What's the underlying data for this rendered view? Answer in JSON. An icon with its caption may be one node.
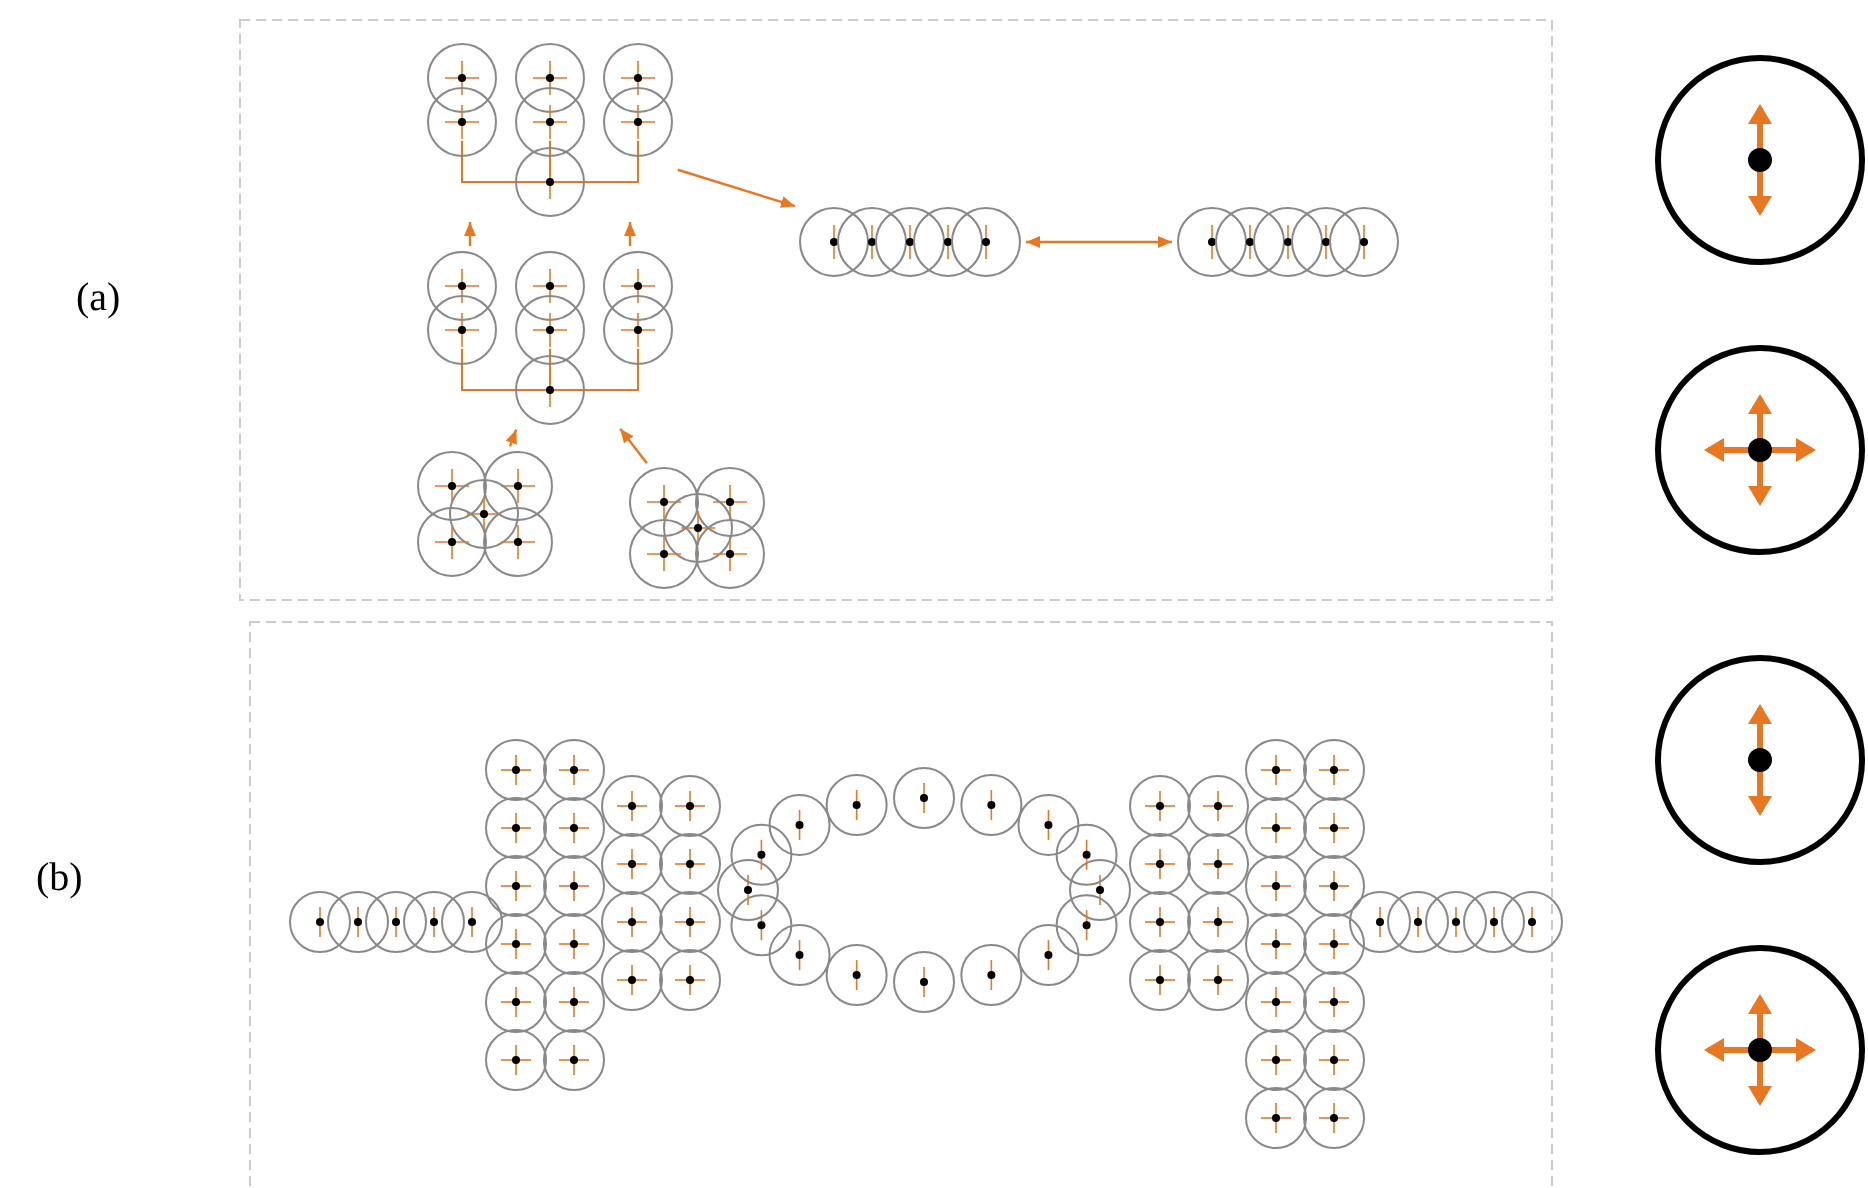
{
  "diagram": {
    "nodes": [
      {
        "text": [],
        "shape": "picture"
      },
      {
        "text": [],
        "shape": "picture"
      },
      {
        "text": [],
        "shape": "picture"
      },
      {
        "text": [],
        "shape": "picture"
      },
      {
        "text": [],
        "shape": "picture"
      },
      {
        "text": [],
        "shape": "picture"
      }
    ],
    "edges": [
      {
        "from": 0,
        "to": 2,
        "arrow": "to"
      },
      {
        "from": 1,
        "to": 2,
        "arrow": "to"
      },
      {
        "from": 2,
        "to": 3,
        "arrow": "to"
      },
      {
        "from": 2,
        "to": 3,
        "arrow": "to"
      },
      {
        "from": 3,
        "to": 4,
        "arrow": "to"
      },
      {
        "from": 4,
        "to": 5,
        "arrow": "both"
      }
    ],
    "labels": [
      "(a)",
      "(b)"
    ]
  }
}
